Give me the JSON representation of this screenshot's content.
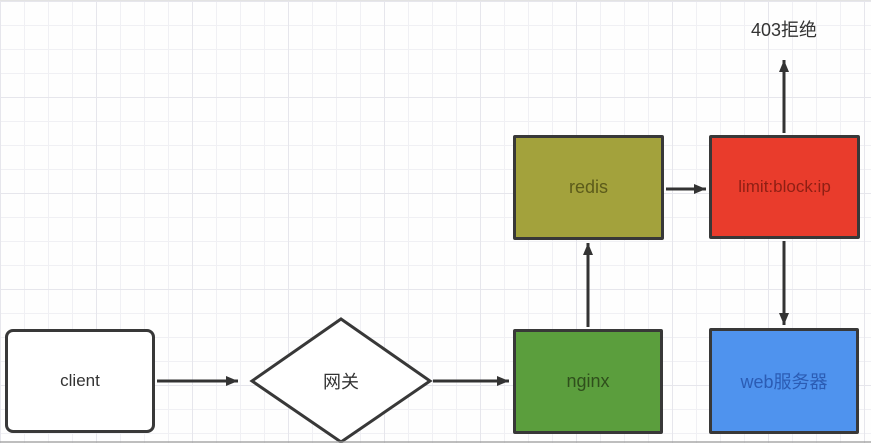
{
  "diagram": {
    "type": "flowchart",
    "nodes": {
      "client": {
        "label": "client",
        "shape": "rounded-rect",
        "fill": "#ffffff",
        "text_color": "#333333"
      },
      "gateway": {
        "label": "网关",
        "shape": "diamond",
        "fill": "#ffffff",
        "text_color": "#333333"
      },
      "nginx": {
        "label": "nginx",
        "shape": "rect",
        "fill": "#5b9e3d",
        "text_color": "#2f4f1c"
      },
      "redis": {
        "label": "redis",
        "shape": "rect",
        "fill": "#a3a23c",
        "text_color": "#5c5b1a"
      },
      "limit_key": {
        "label": "limit:block:ip",
        "shape": "rect",
        "fill": "#e93c2c",
        "text_color": "#8e1f14"
      },
      "web_server": {
        "label": "web服务器",
        "shape": "rect",
        "fill": "#4f93ee",
        "text_color": "#2b5cb4"
      }
    },
    "annotations": {
      "reject_403": {
        "label": "403拒绝",
        "text_color": "#333333"
      }
    },
    "edges": [
      {
        "from": "client",
        "to": "gateway"
      },
      {
        "from": "gateway",
        "to": "nginx"
      },
      {
        "from": "nginx",
        "to": "redis"
      },
      {
        "from": "redis",
        "to": "limit_key"
      },
      {
        "from": "limit_key",
        "to": "reject_403"
      },
      {
        "from": "limit_key",
        "to": "web_server"
      }
    ],
    "colors": {
      "edge_line": "#333333",
      "node_border": "#383838",
      "grid_line": "#e6e6ec",
      "background": "#fefefe"
    }
  }
}
